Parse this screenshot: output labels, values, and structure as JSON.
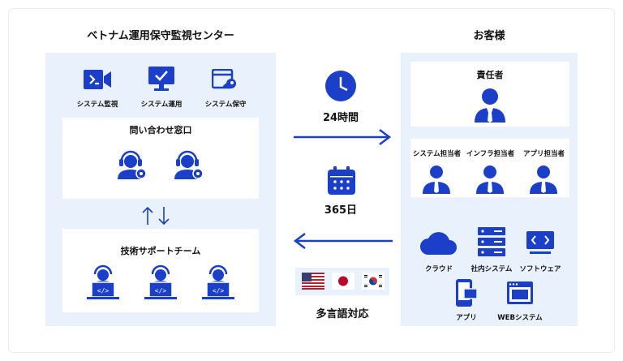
{
  "left": {
    "title": "ベトナム運用保守監視センター",
    "services": [
      "システム監視",
      "システム運用",
      "システム保守"
    ],
    "inquiry_title": "問い合わせ窓口",
    "support_title": "技術サポートチーム",
    "exchange_arrows": "↑ ↓"
  },
  "right": {
    "title": "お客様",
    "manager_title": "責任者",
    "roles": [
      "システム担当者",
      "インフラ担当者",
      "アプリ担当者"
    ],
    "systems": [
      "クラウド",
      "社内システム",
      "ソフトウェア",
      "アプリ",
      "WEBシステム"
    ]
  },
  "middle": {
    "hours": "24時間",
    "days": "365日",
    "languages": "多言語対応",
    "flags": [
      "us-flag",
      "japan-flag",
      "korea-flag"
    ]
  },
  "colors": {
    "primary": "#1b3fc8",
    "panel": "#e9f1fd"
  }
}
